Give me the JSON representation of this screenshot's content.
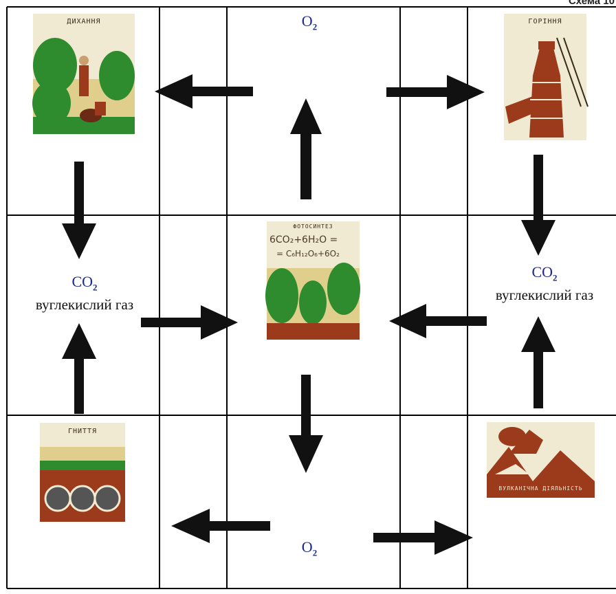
{
  "header": {
    "title_fragment": "Схема 10"
  },
  "gases": {
    "o2_top": {
      "formula": "O",
      "sub": "2"
    },
    "o2_bottom": {
      "formula": "O",
      "sub": "2"
    },
    "co2_left": {
      "formula": "CO",
      "sub": "2",
      "description": "вуглекислий газ"
    },
    "co2_right": {
      "formula": "CO",
      "sub": "2",
      "description": "вуглекислий газ"
    }
  },
  "posters": {
    "respiration": {
      "title": "ДИХАННЯ",
      "icon": "people-in-forest-illustration"
    },
    "combustion": {
      "title": "ГОРІННЯ",
      "icon": "blast-furnace-illustration"
    },
    "photosynthesis": {
      "title": "ФОТОСИНТЕЗ",
      "equation_line1": "6CO₂+6H₂O =",
      "equation_line2": "= C₆H₁₂O₆+6O₂",
      "icon": "forest-illustration"
    },
    "decay": {
      "title": "ГНИТТЯ",
      "icon": "soil-decay-illustration"
    },
    "volcanic": {
      "title": "ВУЛКАНІЧНА ДІЯЛЬНІСТЬ",
      "icon": "volcano-illustration"
    }
  },
  "colors": {
    "grid_line": "#000000",
    "arrow": "#111111",
    "formula_blue": "#1b2a8c",
    "poster_green": "#2e8b2e",
    "poster_red": "#9c3a1c",
    "poster_cream": "#f1ead2"
  }
}
